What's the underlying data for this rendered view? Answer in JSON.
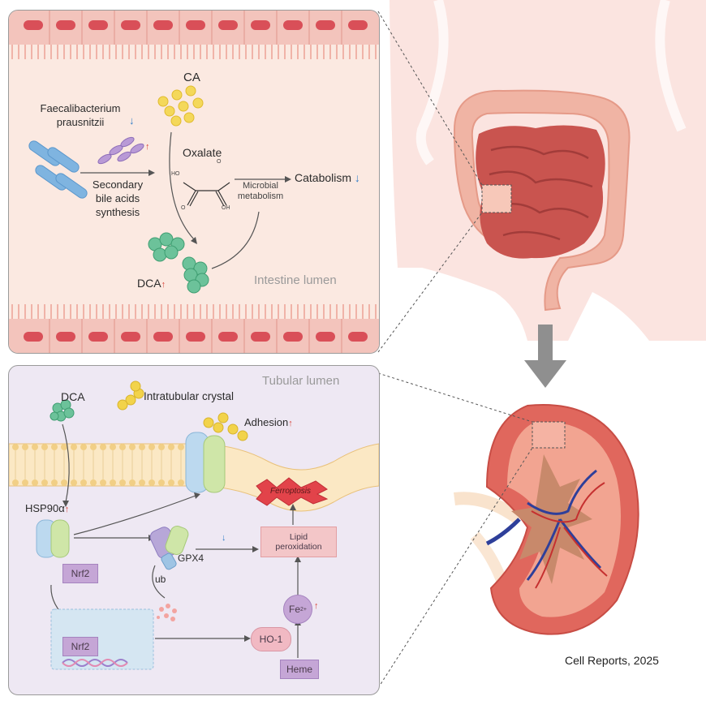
{
  "gut_panel": {
    "region_label": "Intestine lumen",
    "bacterium": "Faecalibacterium\nprausnitzii",
    "bacterium_trend": "↓",
    "bacterium_right_trend": "↑",
    "ca": "CA",
    "oxalate": "Oxalate",
    "secondary_bile": "Secondary\nbile acids\nsynthesis",
    "microbial": "Microbial\nmetabolism",
    "catabolism": "Catabolism",
    "catabolism_trend": "↓",
    "dca": "DCA",
    "dca_trend": "↑",
    "oxalate_atoms": {
      "ho": "HO",
      "oh": "OH",
      "o_left": "O",
      "o_right": "O"
    }
  },
  "kidney_panel": {
    "region_label": "Tubular lumen",
    "dca": "DCA",
    "crystal": "Intratubular crystal",
    "adhesion": "Adhesion",
    "adhesion_trend": "↑",
    "ferroptosis": "Ferroptosis",
    "hsp": "HSP90α",
    "hsp_trend": "↑",
    "gpx4": "GPX4",
    "gpx4_trend": "↓",
    "lipid": "Lipid\nperoxidation",
    "nrf2_cyto": "Nrf2",
    "nrf2_nuc": "Nrf2",
    "ub": "ub",
    "ho1": "HO-1",
    "fe": "Fe",
    "fe_sup": "2+",
    "fe_trend": "↑",
    "heme": "Heme"
  },
  "citation": "Cell Reports, 2025",
  "colors": {
    "epithelium": "#f6c9c2",
    "nucleus": "#d9545c",
    "membrane": "#f3d6a2",
    "green_molecule": "#6cc29a",
    "yellow_crystal": "#f2d34a",
    "kidney": "#e06a5f",
    "colon": "#f1b7a8"
  }
}
